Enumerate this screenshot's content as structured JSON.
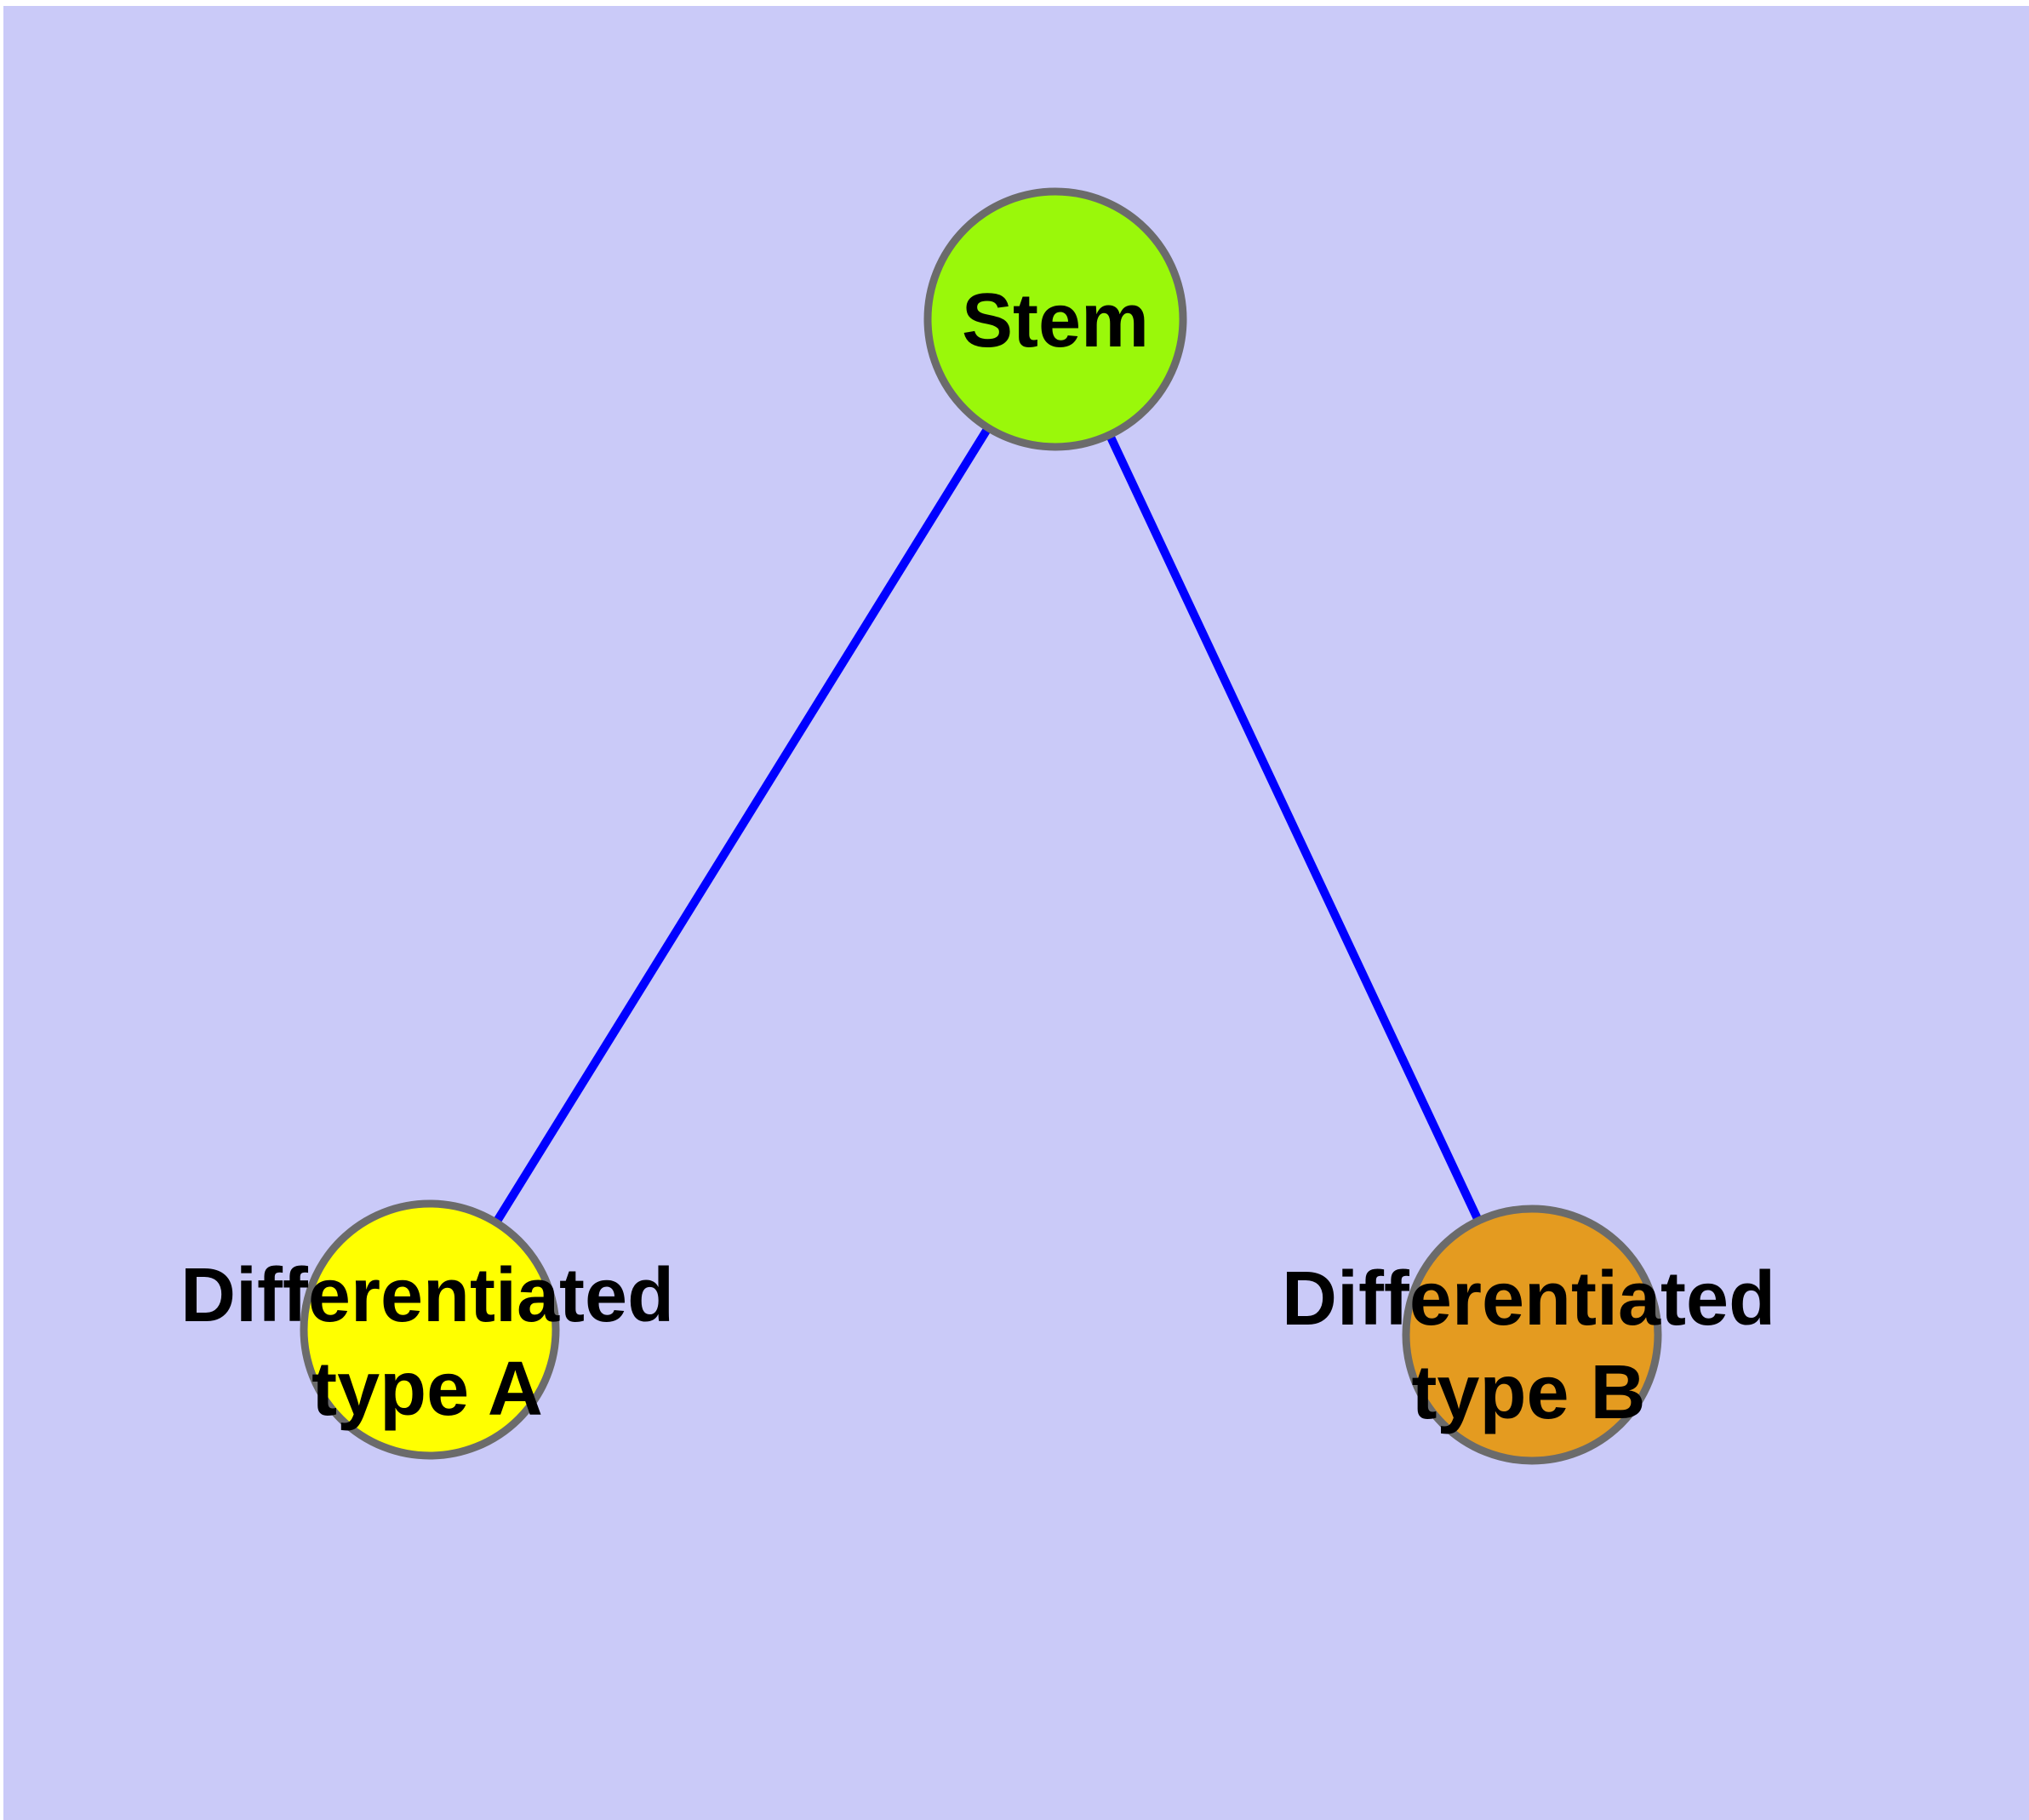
{
  "diagram": {
    "type": "node-link-graph",
    "description": "Stem cell differentiation graph with one parent node and two child nodes",
    "background_color": "#CACAF8",
    "margin_color": "#FFFFFF",
    "edge_color": "#0000FF",
    "node_border_color": "#6B6B6B",
    "label_color": "#000000",
    "nodes": [
      {
        "id": "stem",
        "label": "Stem",
        "fill": "#9AF80A"
      },
      {
        "id": "diff-a",
        "label": "Differentiated\ntype A",
        "fill": "#FFFF00"
      },
      {
        "id": "diff-b",
        "label": "Differentiated\ntype B",
        "fill": "#E49B20"
      }
    ],
    "edges": [
      {
        "from": "stem",
        "to": "diff-a"
      },
      {
        "from": "stem",
        "to": "diff-b"
      }
    ]
  }
}
